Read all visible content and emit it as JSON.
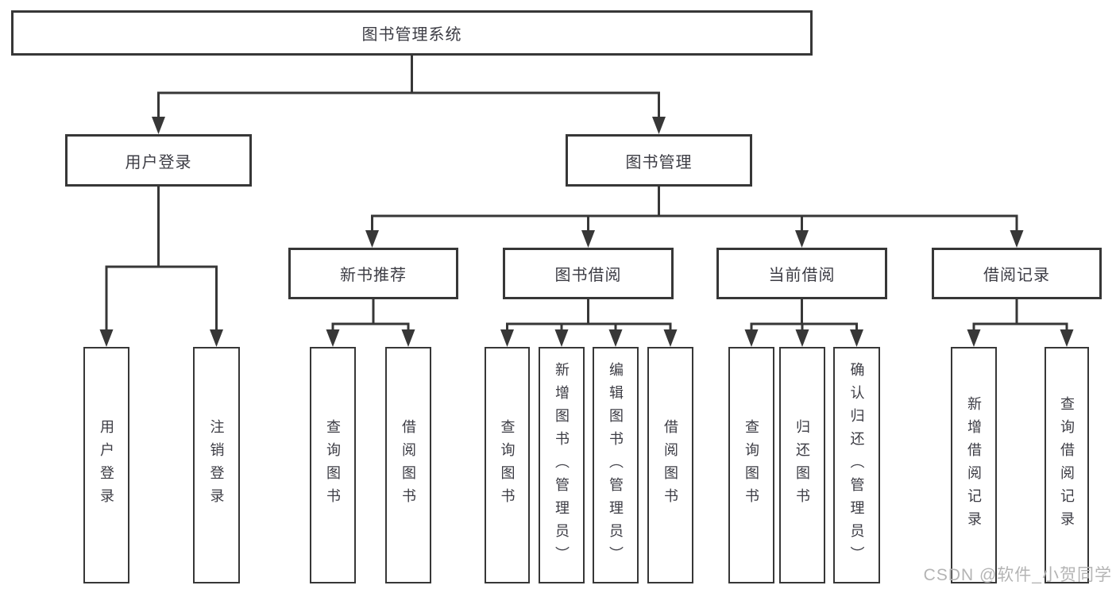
{
  "diagram": {
    "title": "图书管理系统",
    "branches": [
      {
        "label": "用户登录",
        "children": [
          {
            "label": "用户登录"
          },
          {
            "label": "注销登录"
          }
        ]
      },
      {
        "label": "图书管理",
        "children": [
          {
            "label": "新书推荐",
            "children": [
              {
                "label": "查询图书"
              },
              {
                "label": "借阅图书"
              }
            ]
          },
          {
            "label": "图书借阅",
            "children": [
              {
                "label": "查询图书"
              },
              {
                "label": "新增图书（管理员）"
              },
              {
                "label": "编辑图书（管理员）"
              },
              {
                "label": "借阅图书"
              }
            ]
          },
          {
            "label": "当前借阅",
            "children": [
              {
                "label": "查询图书"
              },
              {
                "label": "归还图书"
              },
              {
                "label": "确认归还（管理员）"
              }
            ]
          },
          {
            "label": "借阅记录",
            "children": [
              {
                "label": "新增借阅记录"
              },
              {
                "label": "查询借阅记录"
              }
            ]
          }
        ]
      }
    ]
  },
  "watermark": {
    "text": "CSDN @软件_小贺同学"
  },
  "colors": {
    "line": "#373737",
    "box_background": "#ffffff",
    "text": "#3c3c44",
    "watermark": "#b4b4b4"
  }
}
